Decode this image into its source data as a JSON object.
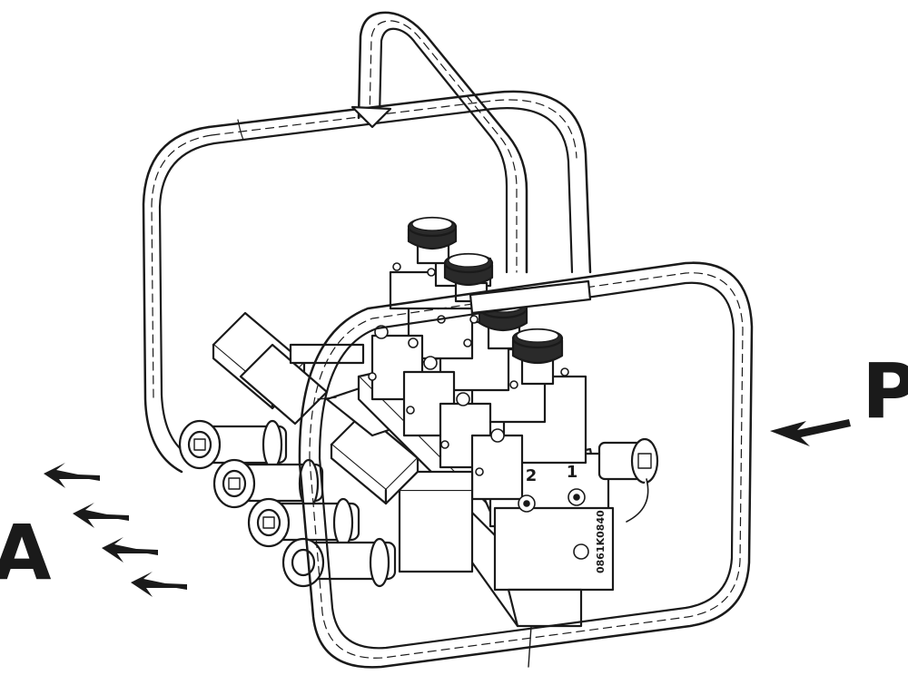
{
  "labels": {
    "outlet": "A",
    "inlet": "P",
    "port_2": "2",
    "port_1": "1",
    "serial": "0861K0840"
  },
  "colors": {
    "ink": "#1a1a1a",
    "paper": "#ffffff",
    "knob": "#2a2a2a"
  },
  "icons": [
    "arrow-left-icon",
    "arrow-left-icon",
    "arrow-left-icon",
    "arrow-left-icon",
    "arrow-left-icon"
  ]
}
